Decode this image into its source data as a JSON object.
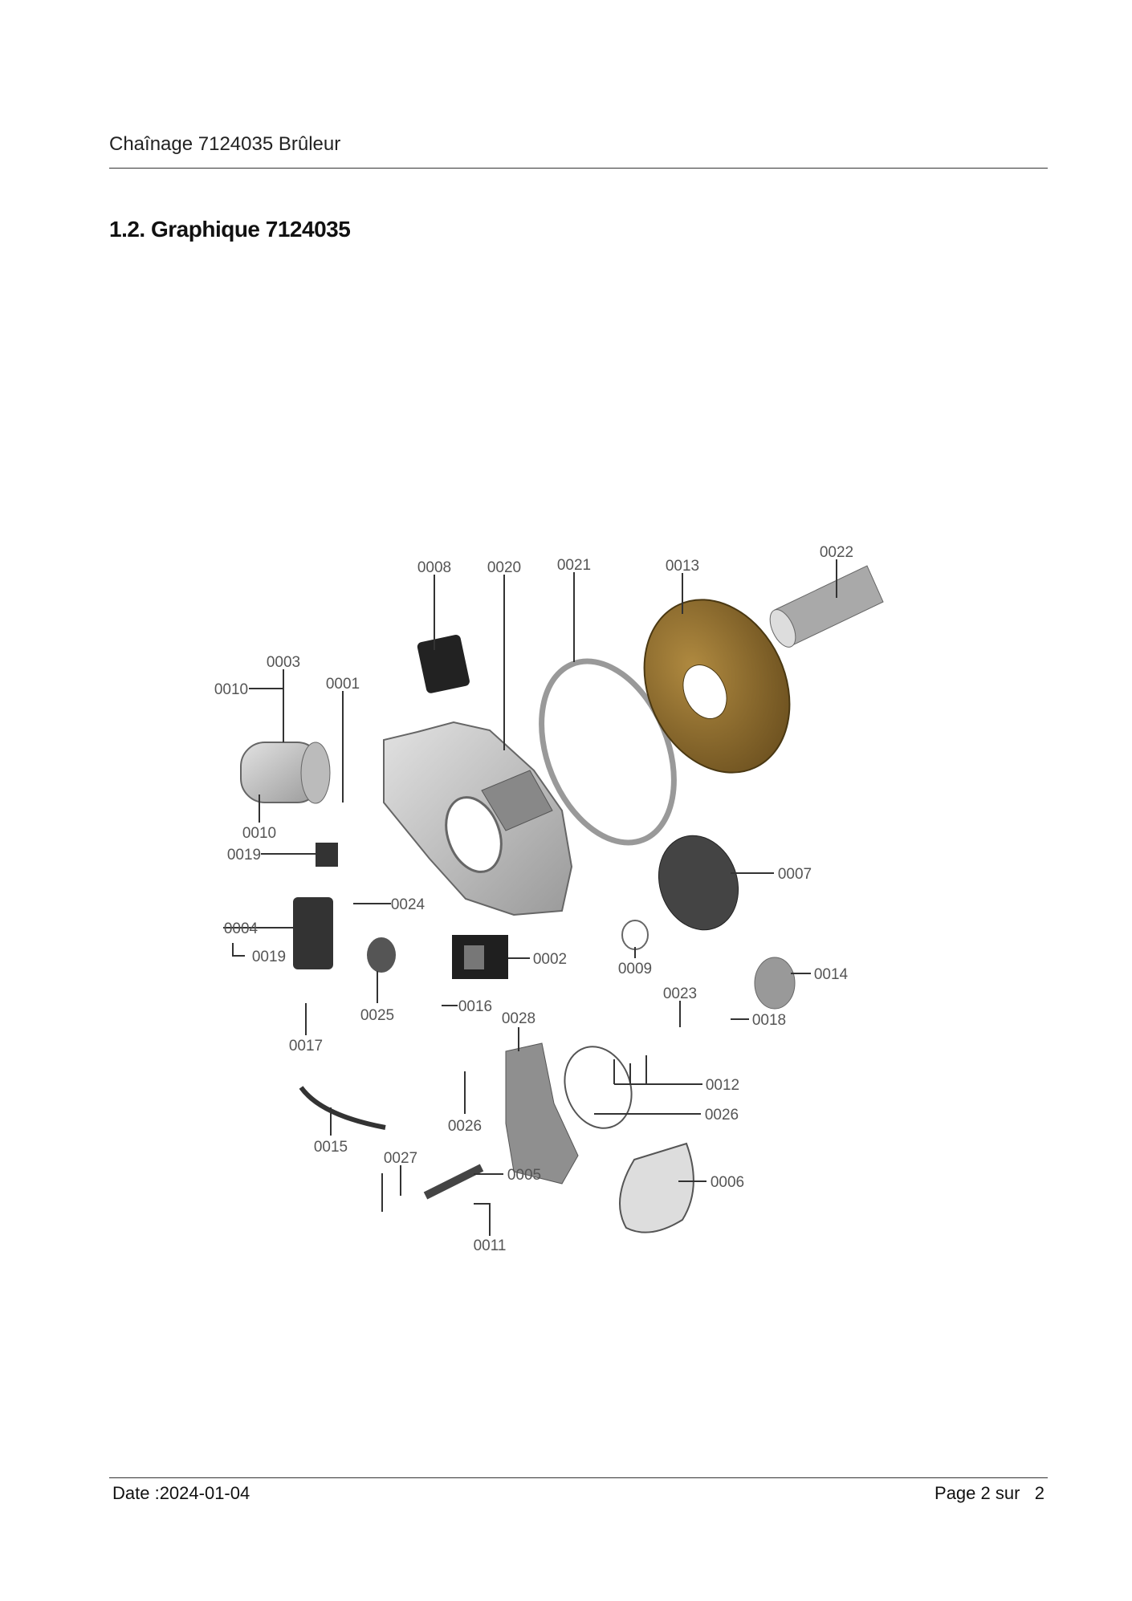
{
  "header": {
    "title": "Chaînage 7124035 Brûleur"
  },
  "section": {
    "heading": "1.2. Graphique 7124035"
  },
  "diagram": {
    "labels": [
      "0008",
      "0020",
      "0021",
      "0013",
      "0022",
      "0003",
      "0010",
      "0001",
      "0010",
      "0019",
      "0024",
      "0004",
      "0019",
      "0002",
      "0007",
      "0009",
      "0014",
      "0023",
      "0018",
      "0025",
      "0016",
      "0028",
      "0017",
      "0012",
      "0026",
      "0026",
      "0015",
      "0027",
      "0005",
      "0006",
      "0011"
    ],
    "colors": {
      "housing": "#c8c8c8",
      "disc": "#8a6a2a",
      "dark": "#2a2a2a",
      "line": "#333333"
    }
  },
  "footer": {
    "date": "Date :2024-01-04",
    "page": "Page 2 sur   2"
  }
}
